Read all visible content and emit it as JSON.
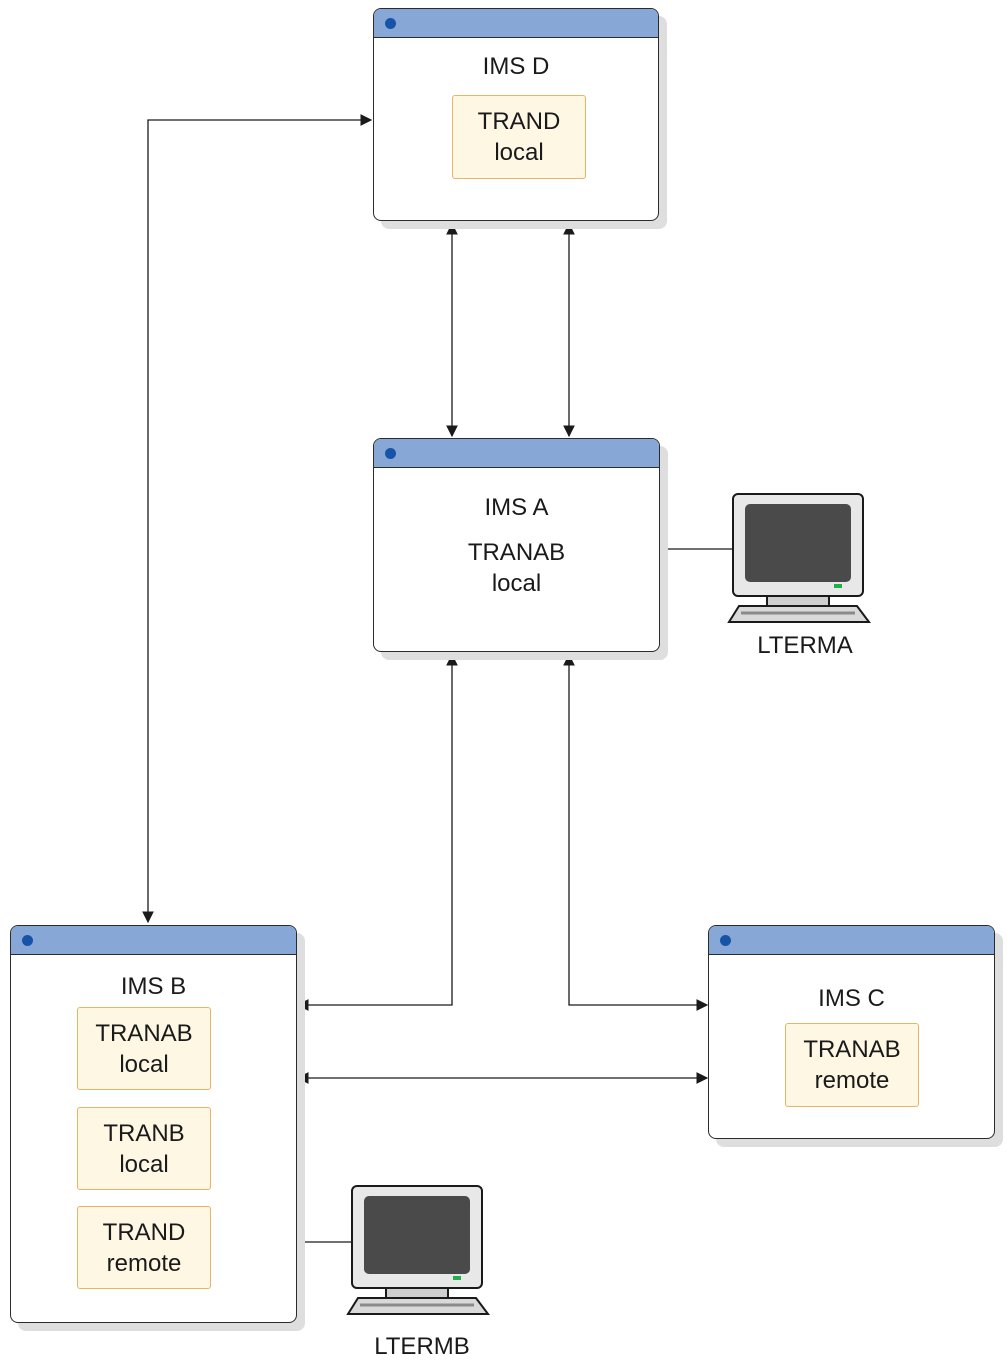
{
  "systems": {
    "d": {
      "name": "IMS D",
      "transactions": [
        {
          "code": "TRAND",
          "scope": "local"
        }
      ]
    },
    "a": {
      "name": "IMS A",
      "transaction": {
        "code": "TRANAB",
        "scope": "local"
      }
    },
    "b": {
      "name": "IMS B",
      "transactions": [
        {
          "code": "TRANAB",
          "scope": "local"
        },
        {
          "code": "TRANB",
          "scope": "local"
        },
        {
          "code": "TRAND",
          "scope": "remote"
        }
      ]
    },
    "c": {
      "name": "IMS C",
      "transactions": [
        {
          "code": "TRANAB",
          "scope": "remote"
        }
      ]
    }
  },
  "terminals": {
    "a": {
      "label": "LTERMA"
    },
    "b": {
      "label": "LTERMB"
    }
  },
  "colors": {
    "titlebar": "#87a8d6",
    "titlebar_dot": "#1754a8",
    "transaction_fill": "#fdf7e4",
    "transaction_border": "#e9b463",
    "monitor_screen": "#4a4a4a",
    "monitor_led": "#20b04a"
  }
}
